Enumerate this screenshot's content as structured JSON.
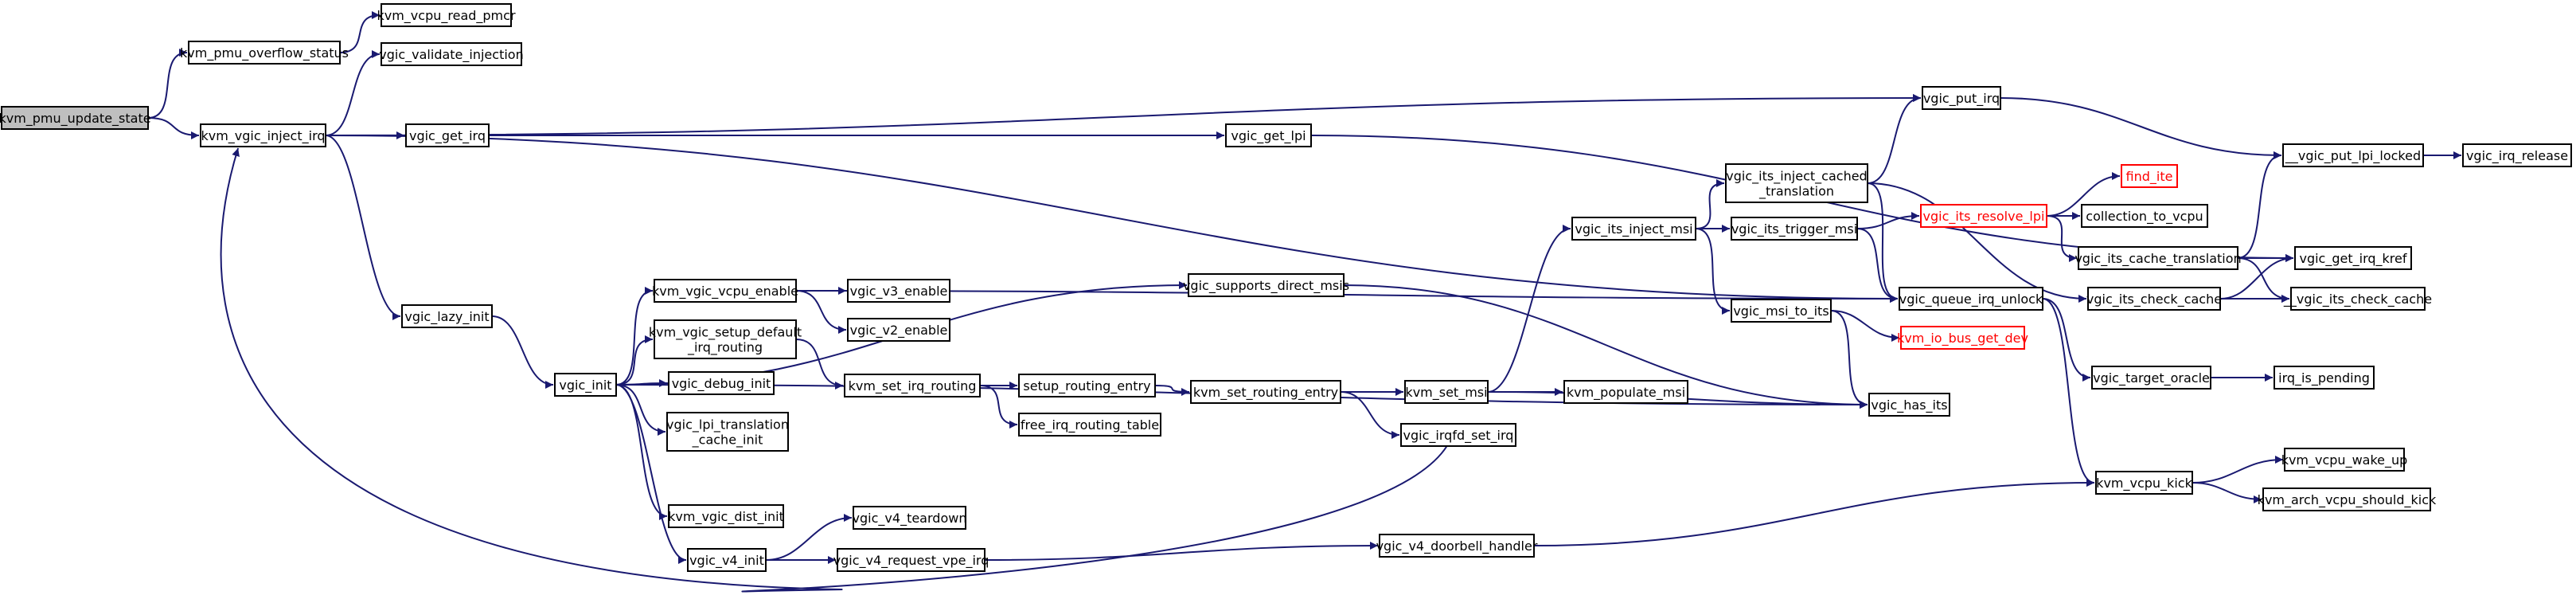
{
  "colors": {
    "edge": "#191970",
    "root_fill": "#bfbfbf",
    "missing_stroke": "#ff0000"
  },
  "nodes": [
    {
      "id": "kvm_pmu_update_state",
      "lines": [
        "kvm_pmu_update_state"
      ],
      "kind": "root"
    },
    {
      "id": "kvm_pmu_overflow_status",
      "lines": [
        "kvm_pmu_overflow_status"
      ]
    },
    {
      "id": "kvm_vcpu_read_pmcr",
      "lines": [
        "kvm_vcpu_read_pmcr"
      ]
    },
    {
      "id": "kvm_vgic_inject_irq",
      "lines": [
        "kvm_vgic_inject_irq"
      ]
    },
    {
      "id": "vgic_validate_injection",
      "lines": [
        "vgic_validate_injection"
      ]
    },
    {
      "id": "vgic_get_irq",
      "lines": [
        "vgic_get_irq"
      ]
    },
    {
      "id": "vgic_get_lpi",
      "lines": [
        "vgic_get_lpi"
      ]
    },
    {
      "id": "vgic_put_irq",
      "lines": [
        "vgic_put_irq"
      ]
    },
    {
      "id": "__vgic_put_lpi_locked",
      "lines": [
        "__vgic_put_lpi_locked"
      ]
    },
    {
      "id": "vgic_irq_release",
      "lines": [
        "vgic_irq_release"
      ]
    },
    {
      "id": "vgic_lazy_init",
      "lines": [
        "vgic_lazy_init"
      ]
    },
    {
      "id": "vgic_init",
      "lines": [
        "vgic_init"
      ]
    },
    {
      "id": "kvm_vgic_vcpu_enable",
      "lines": [
        "kvm_vgic_vcpu_enable"
      ]
    },
    {
      "id": "vgic_v3_enable",
      "lines": [
        "vgic_v3_enable"
      ]
    },
    {
      "id": "vgic_v2_enable",
      "lines": [
        "vgic_v2_enable"
      ]
    },
    {
      "id": "kvm_vgic_setup_default_irq_routing",
      "lines": [
        "kvm_vgic_setup_default",
        "_irq_routing"
      ]
    },
    {
      "id": "kvm_set_irq_routing",
      "lines": [
        "kvm_set_irq_routing"
      ]
    },
    {
      "id": "setup_routing_entry",
      "lines": [
        "setup_routing_entry"
      ]
    },
    {
      "id": "free_irq_routing_table",
      "lines": [
        "free_irq_routing_table"
      ]
    },
    {
      "id": "kvm_set_routing_entry",
      "lines": [
        "kvm_set_routing_entry"
      ]
    },
    {
      "id": "kvm_set_msi",
      "lines": [
        "kvm_set_msi"
      ]
    },
    {
      "id": "kvm_populate_msi",
      "lines": [
        "kvm_populate_msi"
      ]
    },
    {
      "id": "vgic_irqfd_set_irq",
      "lines": [
        "vgic_irqfd_set_irq"
      ]
    },
    {
      "id": "vgic_debug_init",
      "lines": [
        "vgic_debug_init"
      ]
    },
    {
      "id": "vgic_lpi_translation_cache_init",
      "lines": [
        "vgic_lpi_translation",
        "_cache_init"
      ]
    },
    {
      "id": "kvm_vgic_dist_init",
      "lines": [
        "kvm_vgic_dist_init"
      ]
    },
    {
      "id": "vgic_v4_init",
      "lines": [
        "vgic_v4_init"
      ]
    },
    {
      "id": "vgic_v4_teardown",
      "lines": [
        "vgic_v4_teardown"
      ]
    },
    {
      "id": "vgic_v4_request_vpe_irq",
      "lines": [
        "vgic_v4_request_vpe_irq"
      ]
    },
    {
      "id": "vgic_v4_doorbell_handler",
      "lines": [
        "vgic_v4_doorbell_handler"
      ]
    },
    {
      "id": "vgic_supports_direct_msis",
      "lines": [
        "vgic_supports_direct_msis"
      ]
    },
    {
      "id": "vgic_has_its",
      "lines": [
        "vgic_has_its"
      ]
    },
    {
      "id": "vgic_its_inject_msi",
      "lines": [
        "vgic_its_inject_msi"
      ]
    },
    {
      "id": "vgic_its_inject_cached_translation",
      "lines": [
        "vgic_its_inject_cached",
        "_translation"
      ]
    },
    {
      "id": "vgic_its_trigger_msi",
      "lines": [
        "vgic_its_trigger_msi"
      ]
    },
    {
      "id": "vgic_msi_to_its",
      "lines": [
        "vgic_msi_to_its"
      ]
    },
    {
      "id": "kvm_io_bus_get_dev",
      "lines": [
        "kvm_io_bus_get_dev"
      ],
      "kind": "missing"
    },
    {
      "id": "vgic_its_resolve_lpi",
      "lines": [
        "vgic_its_resolve_lpi"
      ],
      "kind": "missing"
    },
    {
      "id": "find_ite",
      "lines": [
        "find_ite"
      ],
      "kind": "missing"
    },
    {
      "id": "collection_to_vcpu",
      "lines": [
        "collection_to_vcpu"
      ]
    },
    {
      "id": "vgic_its_cache_translation",
      "lines": [
        "vgic_its_cache_translation"
      ]
    },
    {
      "id": "vgic_its_check_cache",
      "lines": [
        "vgic_its_check_cache"
      ]
    },
    {
      "id": "__vgic_its_check_cache",
      "lines": [
        "__vgic_its_check_cache"
      ]
    },
    {
      "id": "vgic_get_irq_kref",
      "lines": [
        "vgic_get_irq_kref"
      ]
    },
    {
      "id": "vgic_queue_irq_unlock",
      "lines": [
        "vgic_queue_irq_unlock"
      ]
    },
    {
      "id": "vgic_target_oracle",
      "lines": [
        "vgic_target_oracle"
      ]
    },
    {
      "id": "irq_is_pending",
      "lines": [
        "irq_is_pending"
      ]
    },
    {
      "id": "kvm_vcpu_kick",
      "lines": [
        "kvm_vcpu_kick"
      ]
    },
    {
      "id": "kvm_vcpu_wake_up",
      "lines": [
        "kvm_vcpu_wake_up"
      ]
    },
    {
      "id": "kvm_arch_vcpu_should_kick",
      "lines": [
        "kvm_arch_vcpu_should_kick"
      ]
    }
  ],
  "edges": [
    [
      "kvm_pmu_update_state",
      "kvm_pmu_overflow_status"
    ],
    [
      "kvm_pmu_update_state",
      "kvm_vgic_inject_irq"
    ],
    [
      "kvm_pmu_overflow_status",
      "kvm_vcpu_read_pmcr"
    ],
    [
      "kvm_vgic_inject_irq",
      "vgic_validate_injection"
    ],
    [
      "kvm_vgic_inject_irq",
      "vgic_put_irq"
    ],
    [
      "kvm_vgic_inject_irq",
      "vgic_get_irq"
    ],
    [
      "kvm_vgic_inject_irq",
      "vgic_lazy_init"
    ],
    [
      "kvm_vgic_inject_irq",
      "vgic_queue_irq_unlock"
    ],
    [
      "vgic_get_irq",
      "vgic_get_lpi"
    ],
    [
      "vgic_get_lpi",
      "vgic_get_irq_kref"
    ],
    [
      "vgic_put_irq",
      "__vgic_put_lpi_locked"
    ],
    [
      "__vgic_put_lpi_locked",
      "vgic_irq_release"
    ],
    [
      "vgic_lazy_init",
      "vgic_init"
    ],
    [
      "vgic_init",
      "vgic_supports_direct_msis"
    ],
    [
      "vgic_init",
      "kvm_vgic_vcpu_enable"
    ],
    [
      "vgic_init",
      "kvm_vgic_setup_default_irq_routing"
    ],
    [
      "vgic_init",
      "vgic_debug_init"
    ],
    [
      "vgic_init",
      "vgic_lpi_translation_cache_init"
    ],
    [
      "vgic_init",
      "vgic_has_its"
    ],
    [
      "vgic_init",
      "kvm_vgic_dist_init"
    ],
    [
      "vgic_init",
      "vgic_v4_init"
    ],
    [
      "kvm_vgic_vcpu_enable",
      "vgic_v3_enable"
    ],
    [
      "kvm_vgic_vcpu_enable",
      "vgic_v2_enable"
    ],
    [
      "kvm_vgic_vcpu_enable",
      "vgic_queue_irq_unlock"
    ],
    [
      "kvm_vgic_setup_default_irq_routing",
      "kvm_set_irq_routing"
    ],
    [
      "kvm_set_irq_routing",
      "setup_routing_entry"
    ],
    [
      "kvm_set_irq_routing",
      "free_irq_routing_table"
    ],
    [
      "setup_routing_entry",
      "kvm_set_routing_entry"
    ],
    [
      "kvm_set_routing_entry",
      "kvm_set_msi"
    ],
    [
      "kvm_set_routing_entry",
      "vgic_irqfd_set_irq"
    ],
    [
      "kvm_set_msi",
      "vgic_its_inject_msi"
    ],
    [
      "kvm_set_msi",
      "kvm_populate_msi"
    ],
    [
      "kvm_set_msi",
      "vgic_has_its"
    ],
    [
      "vgic_irqfd_set_irq",
      "kvm_vgic_inject_irq"
    ],
    [
      "vgic_supports_direct_msis",
      "vgic_has_its"
    ],
    [
      "vgic_v4_init",
      "vgic_v4_teardown"
    ],
    [
      "vgic_v4_init",
      "vgic_v4_request_vpe_irq"
    ],
    [
      "vgic_v4_request_vpe_irq",
      "vgic_v4_doorbell_handler"
    ],
    [
      "vgic_v4_doorbell_handler",
      "kvm_vcpu_kick"
    ],
    [
      "vgic_its_inject_msi",
      "vgic_its_inject_cached_translation"
    ],
    [
      "vgic_its_inject_msi",
      "vgic_its_trigger_msi"
    ],
    [
      "vgic_its_inject_msi",
      "vgic_msi_to_its"
    ],
    [
      "vgic_its_inject_cached_translation",
      "vgic_put_irq"
    ],
    [
      "vgic_its_inject_cached_translation",
      "vgic_queue_irq_unlock"
    ],
    [
      "vgic_its_inject_cached_translation",
      "vgic_its_check_cache"
    ],
    [
      "vgic_its_trigger_msi",
      "vgic_its_resolve_lpi"
    ],
    [
      "vgic_its_trigger_msi",
      "vgic_queue_irq_unlock"
    ],
    [
      "vgic_msi_to_its",
      "kvm_io_bus_get_dev"
    ],
    [
      "vgic_msi_to_its",
      "vgic_has_its"
    ],
    [
      "vgic_its_resolve_lpi",
      "find_ite"
    ],
    [
      "vgic_its_resolve_lpi",
      "collection_to_vcpu"
    ],
    [
      "vgic_its_resolve_lpi",
      "vgic_its_cache_translation"
    ],
    [
      "vgic_its_cache_translation",
      "__vgic_put_lpi_locked"
    ],
    [
      "vgic_its_cache_translation",
      "vgic_get_irq_kref"
    ],
    [
      "vgic_its_cache_translation",
      "__vgic_its_check_cache"
    ],
    [
      "vgic_its_check_cache",
      "vgic_get_irq_kref"
    ],
    [
      "vgic_its_check_cache",
      "__vgic_its_check_cache"
    ],
    [
      "vgic_queue_irq_unlock",
      "vgic_target_oracle"
    ],
    [
      "vgic_queue_irq_unlock",
      "kvm_vcpu_kick"
    ],
    [
      "vgic_target_oracle",
      "irq_is_pending"
    ],
    [
      "kvm_vcpu_kick",
      "kvm_vcpu_wake_up"
    ],
    [
      "kvm_vcpu_kick",
      "kvm_arch_vcpu_should_kick"
    ]
  ]
}
